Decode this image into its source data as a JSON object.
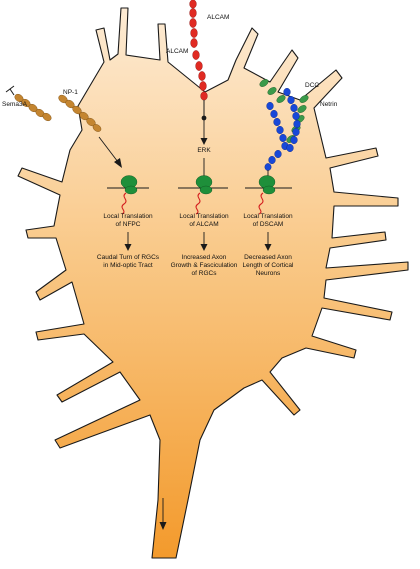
{
  "molecules": {
    "alcam_top": "ALCAM",
    "alcam_mid": "ALCAM",
    "sema3a": "Sema3A",
    "np1": "NP-1",
    "dcc": "DCC",
    "netrin": "Netrin",
    "erk": "ERK"
  },
  "pathways": [
    {
      "translation": [
        "Local Translation",
        "of NFPC"
      ],
      "outcome": [
        "Caudal Turn of RGCs",
        "in Mid-optic Tract"
      ]
    },
    {
      "translation": [
        "Local Translation",
        "of ALCAM"
      ],
      "outcome": [
        "Increased Axon",
        "Growth & Fasciculation",
        "of RGCs"
      ]
    },
    {
      "translation": [
        "Local Translation",
        "of DSCAM"
      ],
      "outcome": [
        "Decreased Axon",
        "Length of Cortical",
        "Neurons"
      ]
    }
  ],
  "colors": {
    "cone_light": "#fde9cf",
    "cone_dark": "#f5a53a",
    "outline": "#1a1a1a",
    "ribosome": "#1e8f3a",
    "mrna": "#d42020",
    "alcam": "#e02a22",
    "sema_np1": "#c48530",
    "dcc": "#1848d8",
    "netrin": "#3a9a4a"
  }
}
